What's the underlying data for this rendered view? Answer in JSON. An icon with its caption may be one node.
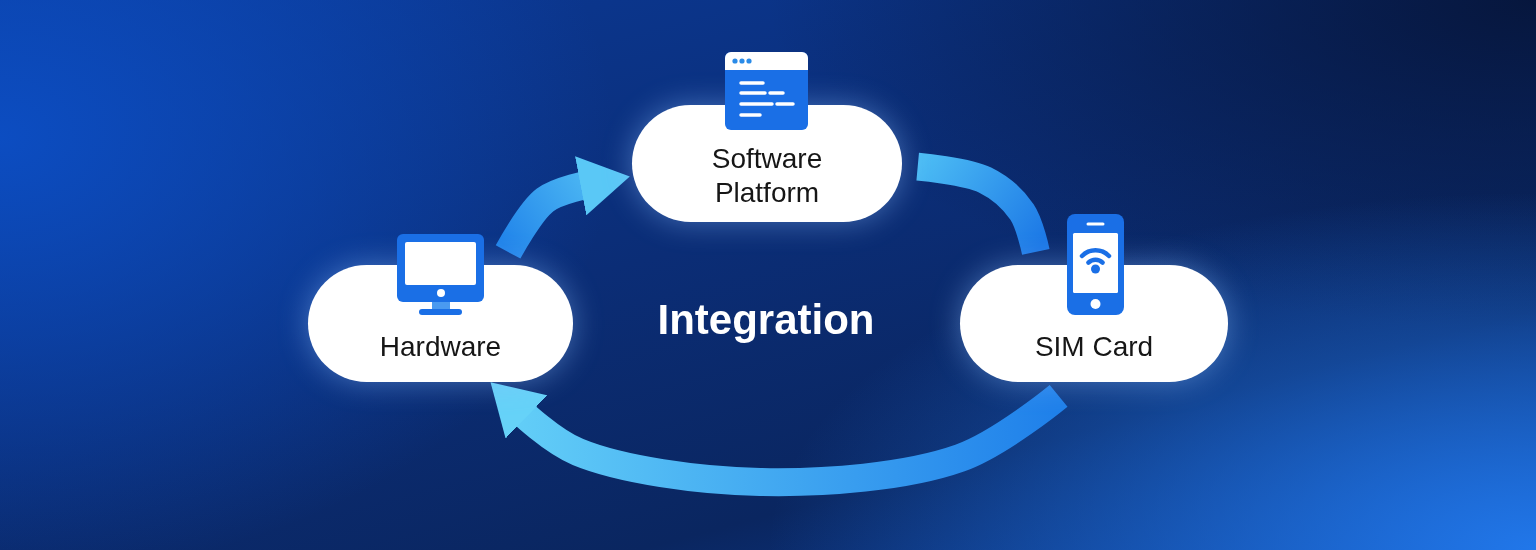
{
  "diagram": {
    "nodes": [
      {
        "text": [
          "Software Platform"
        ]
      },
      {
        "text": [
          "Hardware"
        ]
      },
      {
        "text": [
          "SIM Card"
        ]
      }
    ],
    "edges": [
      {
        "from": 1,
        "to": 0,
        "arrow": "to"
      },
      {
        "from": 0,
        "to": 2,
        "arrow": "none"
      },
      {
        "from": 2,
        "to": 1,
        "arrow": "to"
      }
    ],
    "labels": [
      "Integration"
    ]
  }
}
